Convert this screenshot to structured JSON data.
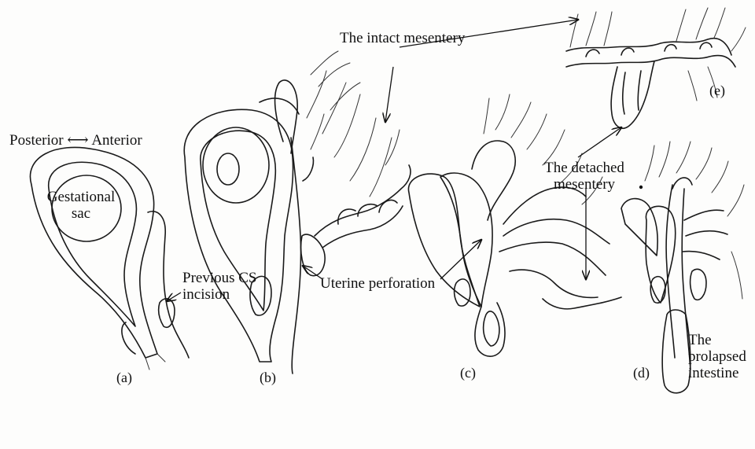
{
  "labels": {
    "direction_posterior": "Posterior",
    "direction_arrow": "⟷",
    "direction_anterior": "Anterior",
    "gestational_sac": "Gestational sac",
    "previous_cs_incision": "Previous CS incision",
    "uterine_perforation": "Uterine perforation",
    "intact_mesentery": "The intact mesentery",
    "detached_mesentery": "The detached mesentery",
    "prolapsed_intestine": "The prolapsed intestine"
  },
  "panels": [
    "(a)",
    "(b)",
    "(c)",
    "(d)",
    "(e)"
  ]
}
